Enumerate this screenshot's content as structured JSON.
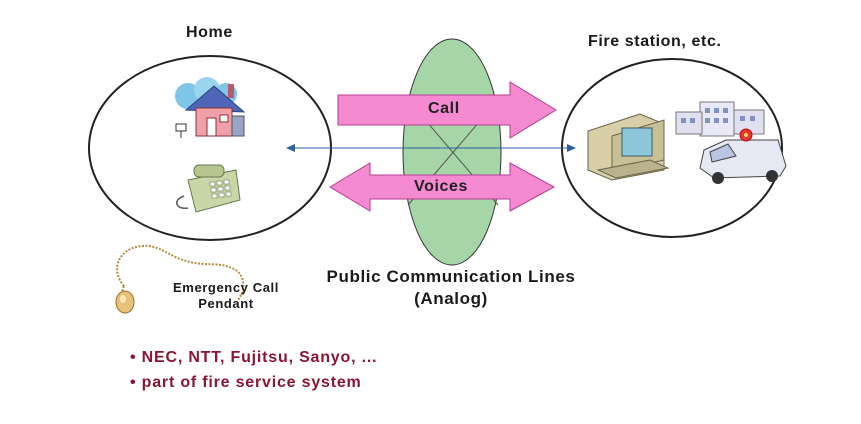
{
  "home": {
    "title": "Home"
  },
  "fire_station": {
    "title": "Fire station, etc."
  },
  "arrows": {
    "call": "Call",
    "voices": "Voices"
  },
  "pendant": {
    "line1": "Emergency Call",
    "line2": "Pendant"
  },
  "network": {
    "line1": "Public Communication Lines",
    "line2": "(Analog)"
  },
  "bullets": [
    "• NEC, NTT, Fujitsu, Sanyo, ...",
    "• part of fire service system"
  ],
  "colors": {
    "arrow_fill": "#f58ad0",
    "arrow_stroke": "#b43c93",
    "network_fill": "#a6d6a8",
    "bullet_text": "#8a1535",
    "ellipse_stroke": "#222222",
    "link_line": "#2f5f9f"
  },
  "icons": {
    "house": "house-icon",
    "phone": "telephone-icon",
    "pendant": "pendant-icon",
    "computer": "computer-icon",
    "building": "building-icon",
    "ambulance": "ambulance-icon"
  }
}
